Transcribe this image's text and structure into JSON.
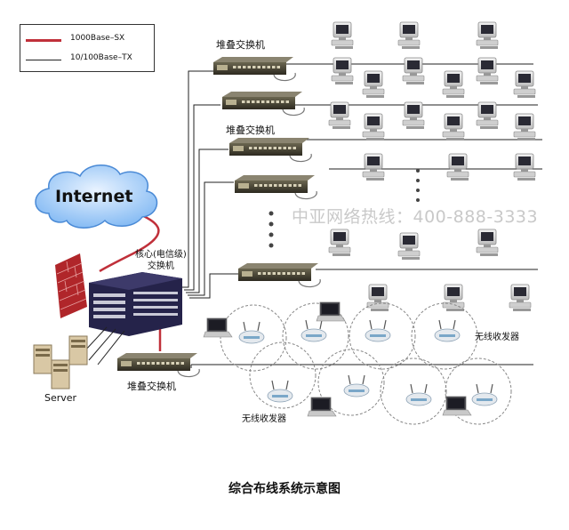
{
  "legend": {
    "items": [
      {
        "label": "1000Base–SX",
        "color": "#c0303a"
      },
      {
        "label": "10/100Base–TX",
        "color": "#222222"
      }
    ]
  },
  "labels": {
    "internet": "Internet",
    "core_switch": "核心(电信级)\n交换机",
    "server": "Server",
    "stack_switch_top1": "堆叠交换机",
    "stack_switch_top2": "堆叠交换机",
    "stack_switch_bottom": "堆叠交换机",
    "wireless_1": "无线收发器",
    "wireless_2": "无线收发器"
  },
  "watermark": "中亚网络热线：400-888-3333",
  "caption": "综合布线系统示意图",
  "colors": {
    "fiber": "#c0303a",
    "copper": "#222222",
    "cloud": "#5aa0e8",
    "firewall": "#b0262a",
    "chassis": "#25234a"
  }
}
